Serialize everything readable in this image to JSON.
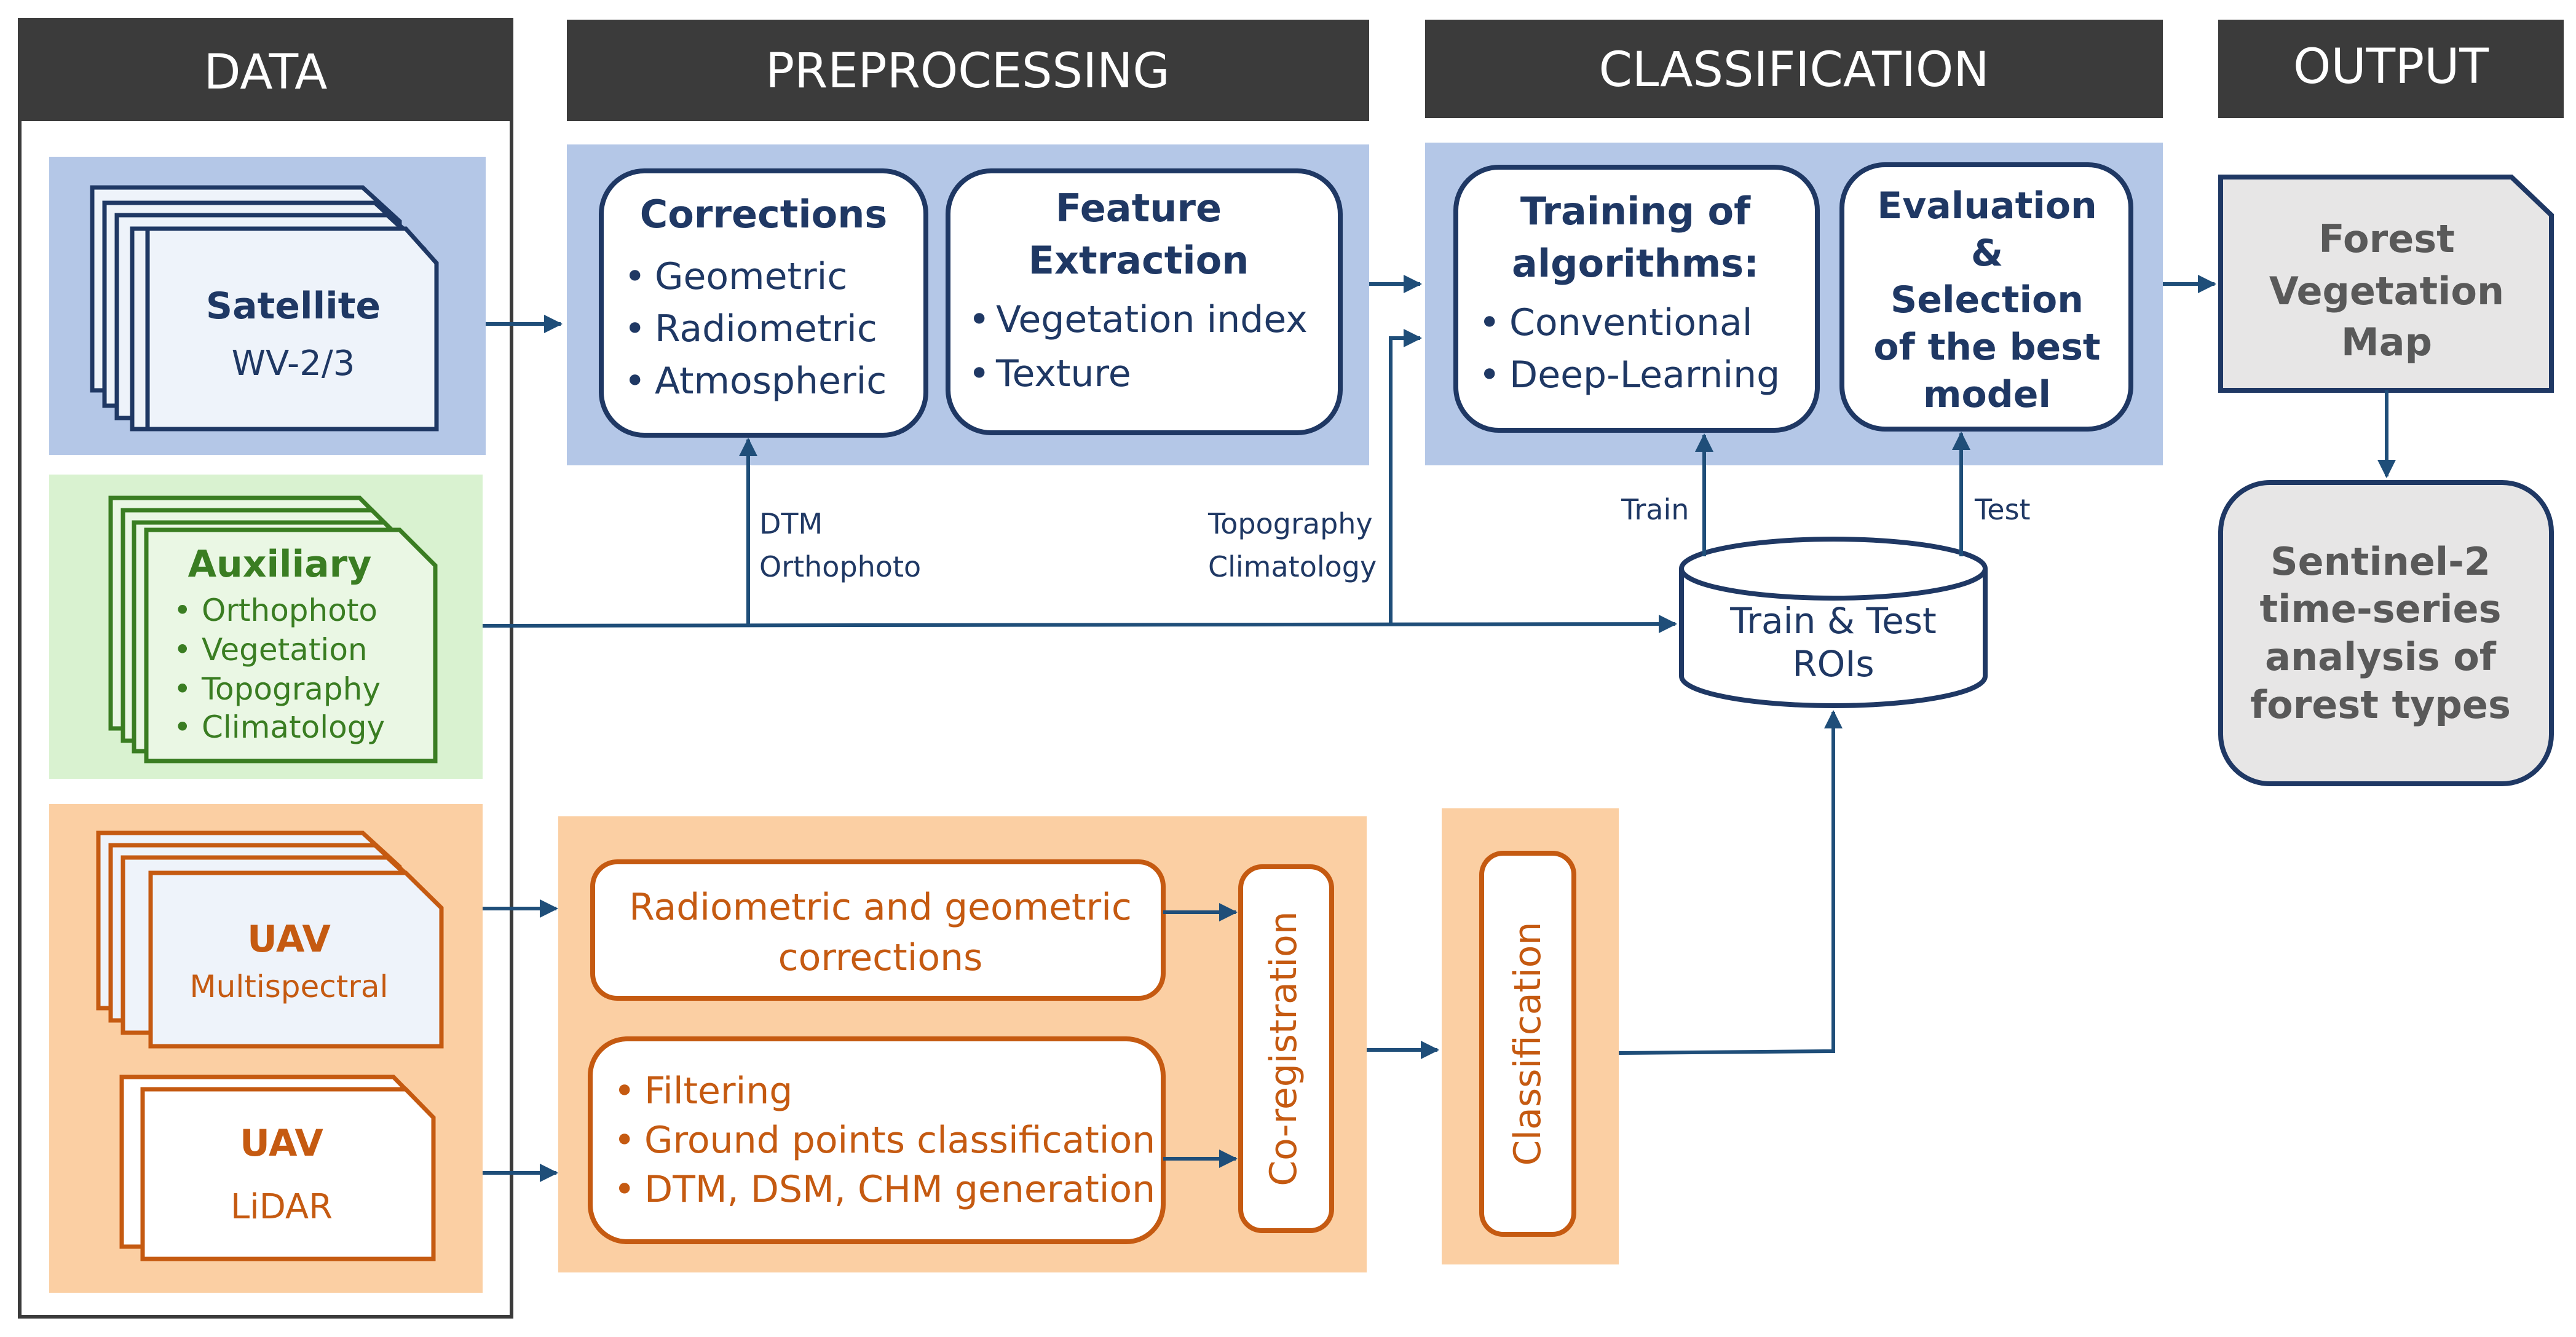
{
  "headers": {
    "data": "DATA",
    "preprocessing": "PREPROCESSING",
    "classification": "CLASSIFICATION",
    "output": "OUTPUT"
  },
  "satellite": {
    "title": "Satellite",
    "subtitle": "WV-2/3"
  },
  "auxiliary": {
    "title": "Auxiliary",
    "items": [
      "Orthophoto",
      "Vegetation",
      "Topography",
      "Climatology"
    ]
  },
  "uav_multispectral": {
    "title": "UAV",
    "subtitle": "Multispectral"
  },
  "uav_lidar": {
    "title": "UAV",
    "subtitle": "LiDAR"
  },
  "corrections": {
    "title": "Corrections",
    "items": [
      "Geometric",
      "Radiometric",
      "Atmospheric"
    ]
  },
  "feature_extraction": {
    "title_lines": [
      "Feature",
      "Extraction"
    ],
    "items": [
      "Vegetation index",
      "Texture"
    ]
  },
  "training": {
    "title_lines": [
      "Training of",
      "algorithms:"
    ],
    "items": [
      "Conventional",
      "Deep-Learning"
    ]
  },
  "evaluation": {
    "title_lines": [
      "Evaluation",
      "&",
      "Selection",
      "of the best",
      "model"
    ]
  },
  "forest_map": {
    "title_lines": [
      "Forest",
      "Vegetation",
      "Map"
    ]
  },
  "sentinel": {
    "title_lines": [
      "Sentinel-2",
      "time-series",
      "analysis of",
      "forest  types"
    ]
  },
  "rois": {
    "title_lines": [
      "Train & Test",
      "ROIs"
    ]
  },
  "uav_processing": {
    "radiometric_lines": [
      "Radiometric and geometric",
      "corrections"
    ],
    "lidar_items": [
      "Filtering",
      "Ground points classification",
      "DTM, DSM, CHM generation"
    ],
    "coregistration": "Co-registration",
    "classification": "Classification"
  },
  "edge_labels": {
    "dtm": "DTM",
    "orthophoto": "Orthophoto",
    "topography": "Topography",
    "climatology": "Climatology",
    "train": "Train",
    "test": "Test"
  }
}
